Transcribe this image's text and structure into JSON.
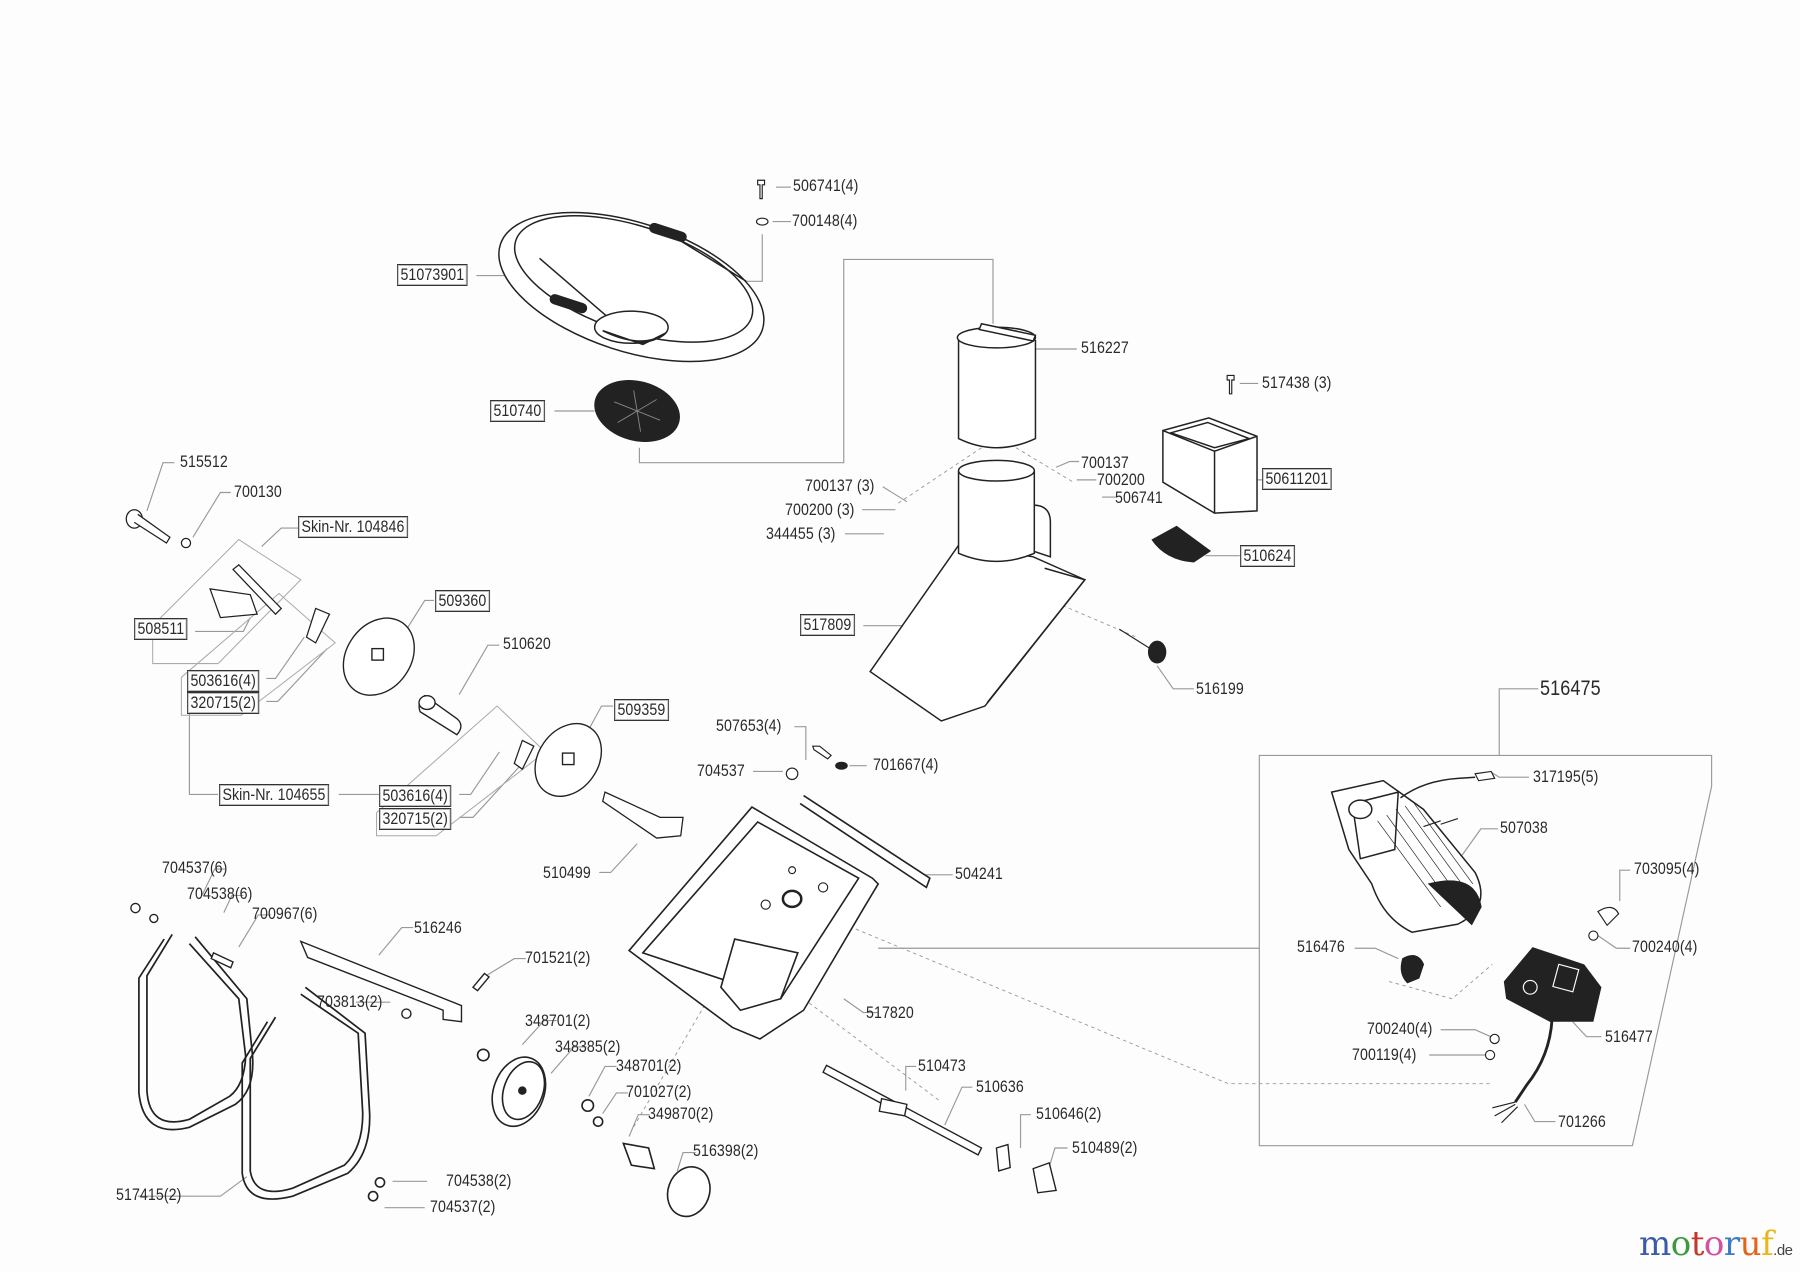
{
  "diagram": {
    "type": "exploded parts diagram",
    "group_labels": {
      "motor_assembly": "516475"
    },
    "parts": [
      {
        "id": "p1",
        "text": "506741(4)",
        "boxed": false
      },
      {
        "id": "p2",
        "text": "700148(4)",
        "boxed": false
      },
      {
        "id": "p3",
        "text": "51073901",
        "boxed": true
      },
      {
        "id": "p4",
        "text": "510740",
        "boxed": true
      },
      {
        "id": "p5",
        "text": "516227",
        "boxed": false
      },
      {
        "id": "p6",
        "text": "517438 (3)",
        "boxed": false
      },
      {
        "id": "p7",
        "text": "700137",
        "boxed": false
      },
      {
        "id": "p8",
        "text": "700200",
        "boxed": false
      },
      {
        "id": "p9",
        "text": "506741",
        "boxed": false
      },
      {
        "id": "p10",
        "text": "50611201",
        "boxed": true
      },
      {
        "id": "p11",
        "text": "700137 (3)",
        "boxed": false
      },
      {
        "id": "p12",
        "text": "700200 (3)",
        "boxed": false
      },
      {
        "id": "p13",
        "text": "344455 (3)",
        "boxed": false
      },
      {
        "id": "p14",
        "text": "510624",
        "boxed": true
      },
      {
        "id": "p15",
        "text": "517809",
        "boxed": true
      },
      {
        "id": "p16",
        "text": "516199",
        "boxed": false
      },
      {
        "id": "p17",
        "text": "515512",
        "boxed": false
      },
      {
        "id": "p18",
        "text": "700130",
        "boxed": false
      },
      {
        "id": "p19",
        "text": "Skin-Nr. 104846",
        "boxed": true
      },
      {
        "id": "p20",
        "text": "508511",
        "boxed": true
      },
      {
        "id": "p21",
        "text": "509360",
        "boxed": true
      },
      {
        "id": "p22",
        "text": "503616(4)",
        "boxed": true
      },
      {
        "id": "p23",
        "text": "320715(2)",
        "boxed": true
      },
      {
        "id": "p24",
        "text": "510620",
        "boxed": false
      },
      {
        "id": "p25",
        "text": "509359",
        "boxed": true
      },
      {
        "id": "p26",
        "text": "Skin-Nr. 104655",
        "boxed": true
      },
      {
        "id": "p27",
        "text": "503616(4)",
        "boxed": true
      },
      {
        "id": "p28",
        "text": "320715(2)",
        "boxed": true
      },
      {
        "id": "p29",
        "text": "507653(4)",
        "boxed": false
      },
      {
        "id": "p30",
        "text": "704537",
        "boxed": false
      },
      {
        "id": "p31",
        "text": "701667(4)",
        "boxed": false
      },
      {
        "id": "p32",
        "text": "510499",
        "boxed": false
      },
      {
        "id": "p33",
        "text": "504241",
        "boxed": false
      },
      {
        "id": "p34",
        "text": "517820",
        "boxed": false
      },
      {
        "id": "p35",
        "text": "704537(6)",
        "boxed": false
      },
      {
        "id": "p36",
        "text": "704538(6)",
        "boxed": false
      },
      {
        "id": "p37",
        "text": "700967(6)",
        "boxed": false
      },
      {
        "id": "p38",
        "text": "516246",
        "boxed": false
      },
      {
        "id": "p39",
        "text": "701521(2)",
        "boxed": false
      },
      {
        "id": "p40",
        "text": "703813(2)",
        "boxed": false
      },
      {
        "id": "p41",
        "text": "348701(2)",
        "boxed": false
      },
      {
        "id": "p42",
        "text": "348385(2)",
        "boxed": false
      },
      {
        "id": "p43",
        "text": "348701(2)",
        "boxed": false
      },
      {
        "id": "p44",
        "text": "701027(2)",
        "boxed": false
      },
      {
        "id": "p45",
        "text": "349870(2)",
        "boxed": false
      },
      {
        "id": "p46",
        "text": "516398(2)",
        "boxed": false
      },
      {
        "id": "p47",
        "text": "510473",
        "boxed": false
      },
      {
        "id": "p48",
        "text": "510636",
        "boxed": false
      },
      {
        "id": "p49",
        "text": "510646(2)",
        "boxed": false
      },
      {
        "id": "p50",
        "text": "510489(2)",
        "boxed": false
      },
      {
        "id": "p51",
        "text": "517415(2)",
        "boxed": false
      },
      {
        "id": "p52",
        "text": "704538(2)",
        "boxed": false
      },
      {
        "id": "p53",
        "text": "704537(2)",
        "boxed": false
      },
      {
        "id": "p54",
        "text": "516475",
        "boxed": false
      },
      {
        "id": "p55",
        "text": "317195(5)",
        "boxed": false
      },
      {
        "id": "p56",
        "text": "507038",
        "boxed": false
      },
      {
        "id": "p57",
        "text": "703095(4)",
        "boxed": false
      },
      {
        "id": "p58",
        "text": "516476",
        "boxed": false
      },
      {
        "id": "p59",
        "text": "700240(4)",
        "boxed": false
      },
      {
        "id": "p60",
        "text": "700240(4)",
        "boxed": false
      },
      {
        "id": "p61",
        "text": "700119(4)",
        "boxed": false
      },
      {
        "id": "p62",
        "text": "516477",
        "boxed": false
      },
      {
        "id": "p63",
        "text": "701266",
        "boxed": false
      }
    ]
  },
  "watermark": {
    "letters": [
      "m",
      "o",
      "t",
      "o",
      "r",
      "u",
      "f"
    ],
    "colors": [
      "#3b5aa8",
      "#3f9a3f",
      "#c0392b",
      "#d94fa0",
      "#3b7dc4",
      "#e1661d",
      "#e8b71d"
    ],
    "tld": ".de"
  }
}
